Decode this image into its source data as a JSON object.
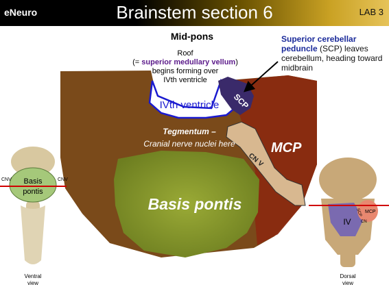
{
  "header": {
    "brand": "eNeuro",
    "title": "Brainstem section 6",
    "lab": "LAB 3"
  },
  "subtitle": "Mid-pons",
  "roof_note": {
    "line1": "Roof",
    "prefix": "(= ",
    "highlight": "superior medullary vellum",
    "suffix": ")",
    "line3": "begins forming over",
    "line4": "IVth ventricle"
  },
  "scp_note": {
    "highlight": "Superior cerebellar peduncle",
    "rest": " (SCP) leaves cerebellum, heading toward midbrain"
  },
  "section_labels": {
    "ventricle": "IVth ventricle",
    "scp": "SCP",
    "tegmentum_line1": "Tegmentum –",
    "tegmentum_line2": "Cranial nerve nuclei here",
    "mcp": "MCP",
    "cnv": "CN V",
    "basis": "Basis pontis"
  },
  "ventral_view": {
    "basis_line1": "Basis",
    "basis_line2": "pontis",
    "cnv_left": "CNV",
    "cnv_right": "CNV",
    "caption_line1": "Ventral",
    "caption_line2": "view"
  },
  "dorsal_view": {
    "iv": "IV",
    "scp": "SCP",
    "mcp": "MCP",
    "cn": "CN",
    "caption_line1": "Dorsal",
    "caption_line2": "view"
  },
  "colors": {
    "basis": "#8a9a2a",
    "mcp": "#8a2a10",
    "tegmentum": "#7a4a18",
    "scp": "#3a2a6a",
    "ventricle_outline": "#1a1ad0",
    "cnv": "#d8b890",
    "cut_line": "#d00000"
  }
}
